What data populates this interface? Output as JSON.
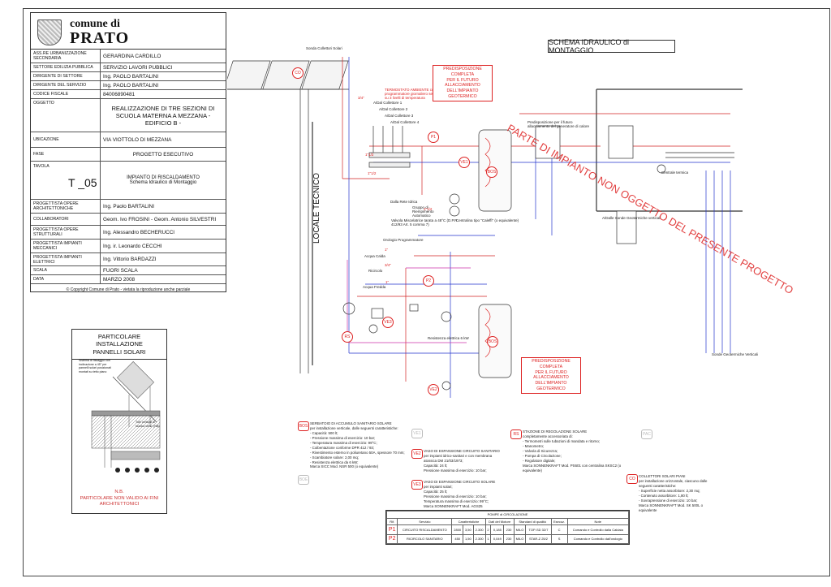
{
  "title_block": {
    "comune": "comune di",
    "city": "PRATO",
    "rows": [
      {
        "k": "ASS.RE URBANIZZAZIONE SECONDARIA",
        "v": "GERARDINA CARDILLO"
      },
      {
        "k": "SETTORE EDILIZIA PUBBLICA",
        "v": "SERVIZIO LAVORI PUBBLICI"
      },
      {
        "k": "DIRIGENTE DI SETTORE",
        "v": "Ing. PAOLO BARTALINI"
      },
      {
        "k": "DIRIGENTE DEL SERVIZIO",
        "v": "Ing. PAOLO BARTALINI"
      },
      {
        "k": "CODICE FISCALE",
        "v": "84006890481"
      }
    ],
    "oggetto_k": "OGGETTO",
    "oggetto_v": "REALIZZAZIONE DI TRE SEZIONI DI SCUOLA MATERNA A MEZZANA - EDIFICIO B -",
    "ubicazione_k": "UBICAZIONE",
    "ubicazione_v": "VIA VIOTTOLO DI MEZZANA",
    "fase_k": "FASE",
    "fase_v": "PROGETTO ESECUTIVO",
    "tavola_k": "TAVOLA",
    "tavola_num": "T _05",
    "tavola_v1": "IMPIANTO DI RISCALDAMENTO",
    "tavola_v2": "Schema Idraulico di Montaggio",
    "rows2": [
      {
        "k": "PROGETTISTA OPERE ARCHITETTONICHE",
        "v": "Ing. Paolo BARTALINI"
      },
      {
        "k": "COLLABORATORI",
        "v": "Geom. Ivo FROSINI - Geom. Antonio SILVESTRI"
      },
      {
        "k": "PROGETTISTA OPERE STRUTTURALI",
        "v": "Ing. Alessandro BECHERUCCI"
      },
      {
        "k": "PROGETTISTA IMPIANTI MECCANICI",
        "v": "Ing. ir. Leonardo CECCHI"
      },
      {
        "k": "PROGETTISTA IMPIANTI ELETTRICI",
        "v": "Ing. Vittorio BARDAZZI"
      },
      {
        "k": "SCALA",
        "v": "FUORI SCALA"
      },
      {
        "k": "DATA",
        "v": "MARZO 2008"
      }
    ],
    "copyright": "© Copyright Comune di Prato - vietata la riproduzione anche parziale"
  },
  "solar_detail": {
    "title1": "PARTICOLARE INSTALLAZIONE",
    "title2": "PANNELLI SOLARI",
    "caption": "Sistema di fissaggio con inclinazione a 45° per pannelli solari posizionati montati su tetto piano",
    "caption2": "Tubi verticali di scarico verso (NB)",
    "note1": "N.B.",
    "note2": "PARTICOLARE NON VALIDO AI FINI ARCHITETTONICI"
  },
  "schema": {
    "title": "SCHEMA IDRAULICO di MONTAGGIO",
    "locale": "LOCALE TECNICO",
    "watermark": "PARTE DI IMPIANTO NON OGGETTO DEL PRESENTE PROGETTO",
    "pred1": [
      "PREDISPOSIZIONE COMPLETA",
      "PER IL FUTURO ALLACCIAMENTO",
      "DELL'IMPIANTO GEOTERMICO"
    ],
    "pred2": [
      "PREDISPOSIZIONE COMPLETA",
      "PER IL FUTURO ALLACCIAMENTO",
      "DELL'IMPIANTO GEOTERMICO"
    ],
    "sonda": "Sonda Collettori Solari",
    "termostato": "TERMOSTATO AMBIENTE con orologio programmatore giornaliero settimanale su 3 livelli di temperatura",
    "collettori": [
      "A/Dal Collettore 1",
      "A/Dal Collettore 2",
      "A/Dal Collettore 3",
      "A/Dal Collettore 4"
    ],
    "valvola": "Valvola Miscelatrice tarata a 48°C (D.P.R. 412/93 Art. 5 comma 7)",
    "centralina": "Centralina tipo \"Caleffi\" (o equivalente)",
    "orologio": "Orologio Programmatore",
    "acqua_calda": "Acqua Calda",
    "ricircolo": "Ricircolo",
    "acqua_fredda": "Acqua Fredda",
    "resistenza": "Resistenza elettrica 6 kW",
    "dalla_rete": "Dalla Rete Idrica",
    "gruppo": "Gruppo di Riempimento Automatico",
    "sonde_geo": "A/Dalle Sonde Geotermiche verticali",
    "sonde_geo2": "Sonde Geotermiche Verticali",
    "centrale": "Centrale termica",
    "predisp_gen": "Predisposizione per il futuro allacciamento del generatore di calore",
    "tags": [
      "CO",
      "P1",
      "VE1",
      "BOS",
      "P2",
      "VE3",
      "RS",
      "VE2",
      "BOS"
    ],
    "pipe_sizes": [
      "1\"1/2",
      "1\"1/2",
      "1\"",
      "3/4\"",
      "1\"",
      "3/4\"",
      "1\"1/2"
    ]
  },
  "legend": [
    {
      "tag": "BOS",
      "title": "SERBATOIO DI ACCUMULO SANITARIO SOLARE",
      "lines": [
        "per installazione verticale, dalle seguenti caratteristiche:",
        "- Capacità: 500 lt;",
        "- Pressione massima di esercizio: 10 bar;",
        "- Temperatura massima di esercizio: 99°C;",
        "- Coibentazione conforme DPR 412 / 93;",
        "- Rivestimento esterno in poliuretano 50A, spessore 70 mm;",
        "- Scambiatore solare: 2,00 mq;",
        "- Resistenza elettrica da 6 kW;",
        "Marca SICC Mod. NSR 500 (o equivalente)"
      ]
    },
    {
      "tag": "VE2",
      "title": "VASO DI ESPANSIONE CIRCUITO SANITARIO",
      "lines": [
        "per impianti idrico-sanitari e con membrana atossica DM 21/03/1973;",
        "Capacità: 24 lt;",
        "Pressione massima di esercizio: 10 bar;"
      ]
    },
    {
      "tag": "VE3",
      "title": "VASO DI ESPANSIONE CIRCUITO SOLARE",
      "lines": [
        "per impianti solari;",
        "Capacità: 25 lt;",
        "Pressione massima di esercizio: 10 bar;",
        "Temperatura massima di esercizio: 99°C;",
        "Marca SONNENKRAFT Mod. AGS25"
      ]
    },
    {
      "tag": "RS",
      "title": "STAZIONE DI REGOLAZIONE SOLARE",
      "lines": [
        "completamente accessoriata di:",
        "- Termometri sulle tubazioni di mandata e ritorno;",
        "- Manometro;",
        "- Valvola di Sicurezza;",
        "- Pompa di Circolazione;",
        "- Regolatore digitale;",
        "Marca SONNENKRAFT Mod. PS601 con centralina SKSC2 (o equivalente)"
      ]
    },
    {
      "tag": "CO",
      "title": "COLLETTORI SOLARI PIANI",
      "lines": [
        "per installazione orizzontale, ciascuno dalle seguenti caratteristiche:",
        "- Superficie netta assorbitore: 2,30 mq;",
        "- Contenuto assorbitore: 1,80 lt;",
        "- Sovrapressione di esercizio: 10 bar;",
        "Marca SONNENKRAFT Mod. SK 500L o equivalente"
      ]
    }
  ],
  "legend_faded": [
    "VE1",
    "BOE",
    "PAC"
  ],
  "pump_table": {
    "title": "POMPE di CIRCOLAZIONE",
    "headers": [
      "Rif.",
      "Servizio",
      "Caratteristiche",
      "Dati del Motore",
      "Standard di qualità",
      "Esecuz.",
      "Note"
    ],
    "rows": [
      {
        "rif": "P1",
        "servizio": "CIRCUITO RISCALDAMENTO",
        "v": [
          "2800",
          "3,50",
          "2.300",
          "2",
          "0,185",
          "230",
          "MILO",
          "TOP-SD 32/7",
          "C",
          "Comando e Controllo dalla Caldaia"
        ]
      },
      {
        "rif": "P2",
        "servizio": "RICIRCOLO SANITARIO",
        "v": [
          "450",
          "1,50",
          "2.300",
          "1",
          "0,049",
          "230",
          "MILO",
          "STAR-Z 25/2",
          "S",
          "Comando e Controllo dall'orologio"
        ]
      }
    ]
  },
  "colors": {
    "red": "#d22222",
    "blue": "#2233cc",
    "magenta": "#cc33aa",
    "dark": "#222222"
  }
}
